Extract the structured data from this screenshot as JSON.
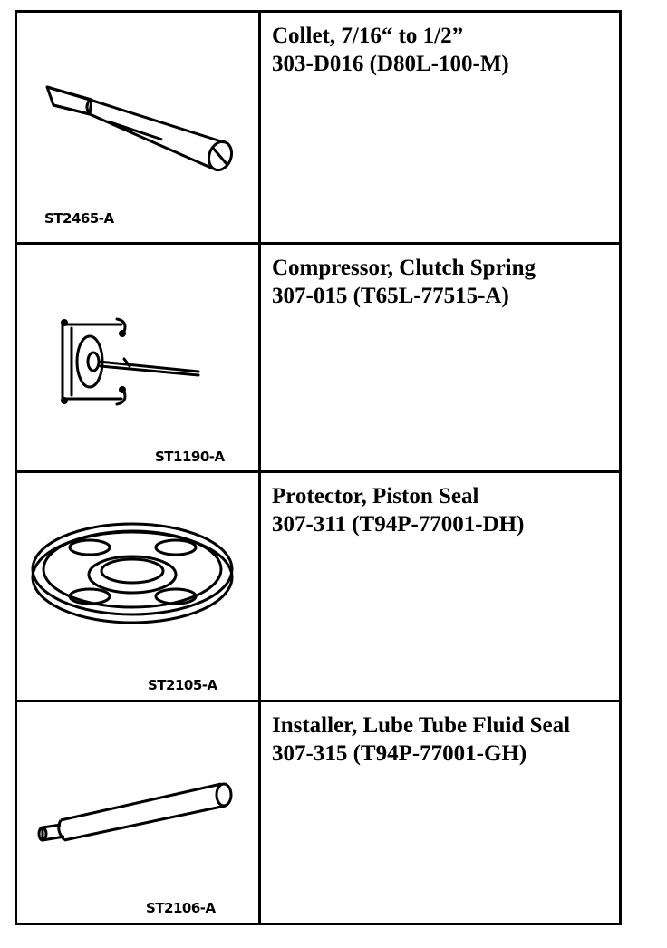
{
  "tools": [
    {
      "name": "Collet, 7/16“ to 1/2”",
      "number": "303-D016 (D80L-100-M)",
      "illustration_code": "ST2465-A",
      "illustration": "collet-illustration"
    },
    {
      "name": "Compressor, Clutch Spring",
      "number": "307-015 (T65L-77515-A)",
      "illustration_code": "ST1190-A",
      "illustration": "compressor-illustration"
    },
    {
      "name": "Protector, Piston Seal",
      "number": "307-311 (T94P-77001-DH)",
      "illustration_code": "ST2105-A",
      "illustration": "protector-illustration"
    },
    {
      "name": "Installer, Lube Tube Fluid Seal",
      "number": "307-315 (T94P-77001-GH)",
      "illustration_code": "ST2106-A",
      "illustration": "installer-illustration"
    }
  ]
}
